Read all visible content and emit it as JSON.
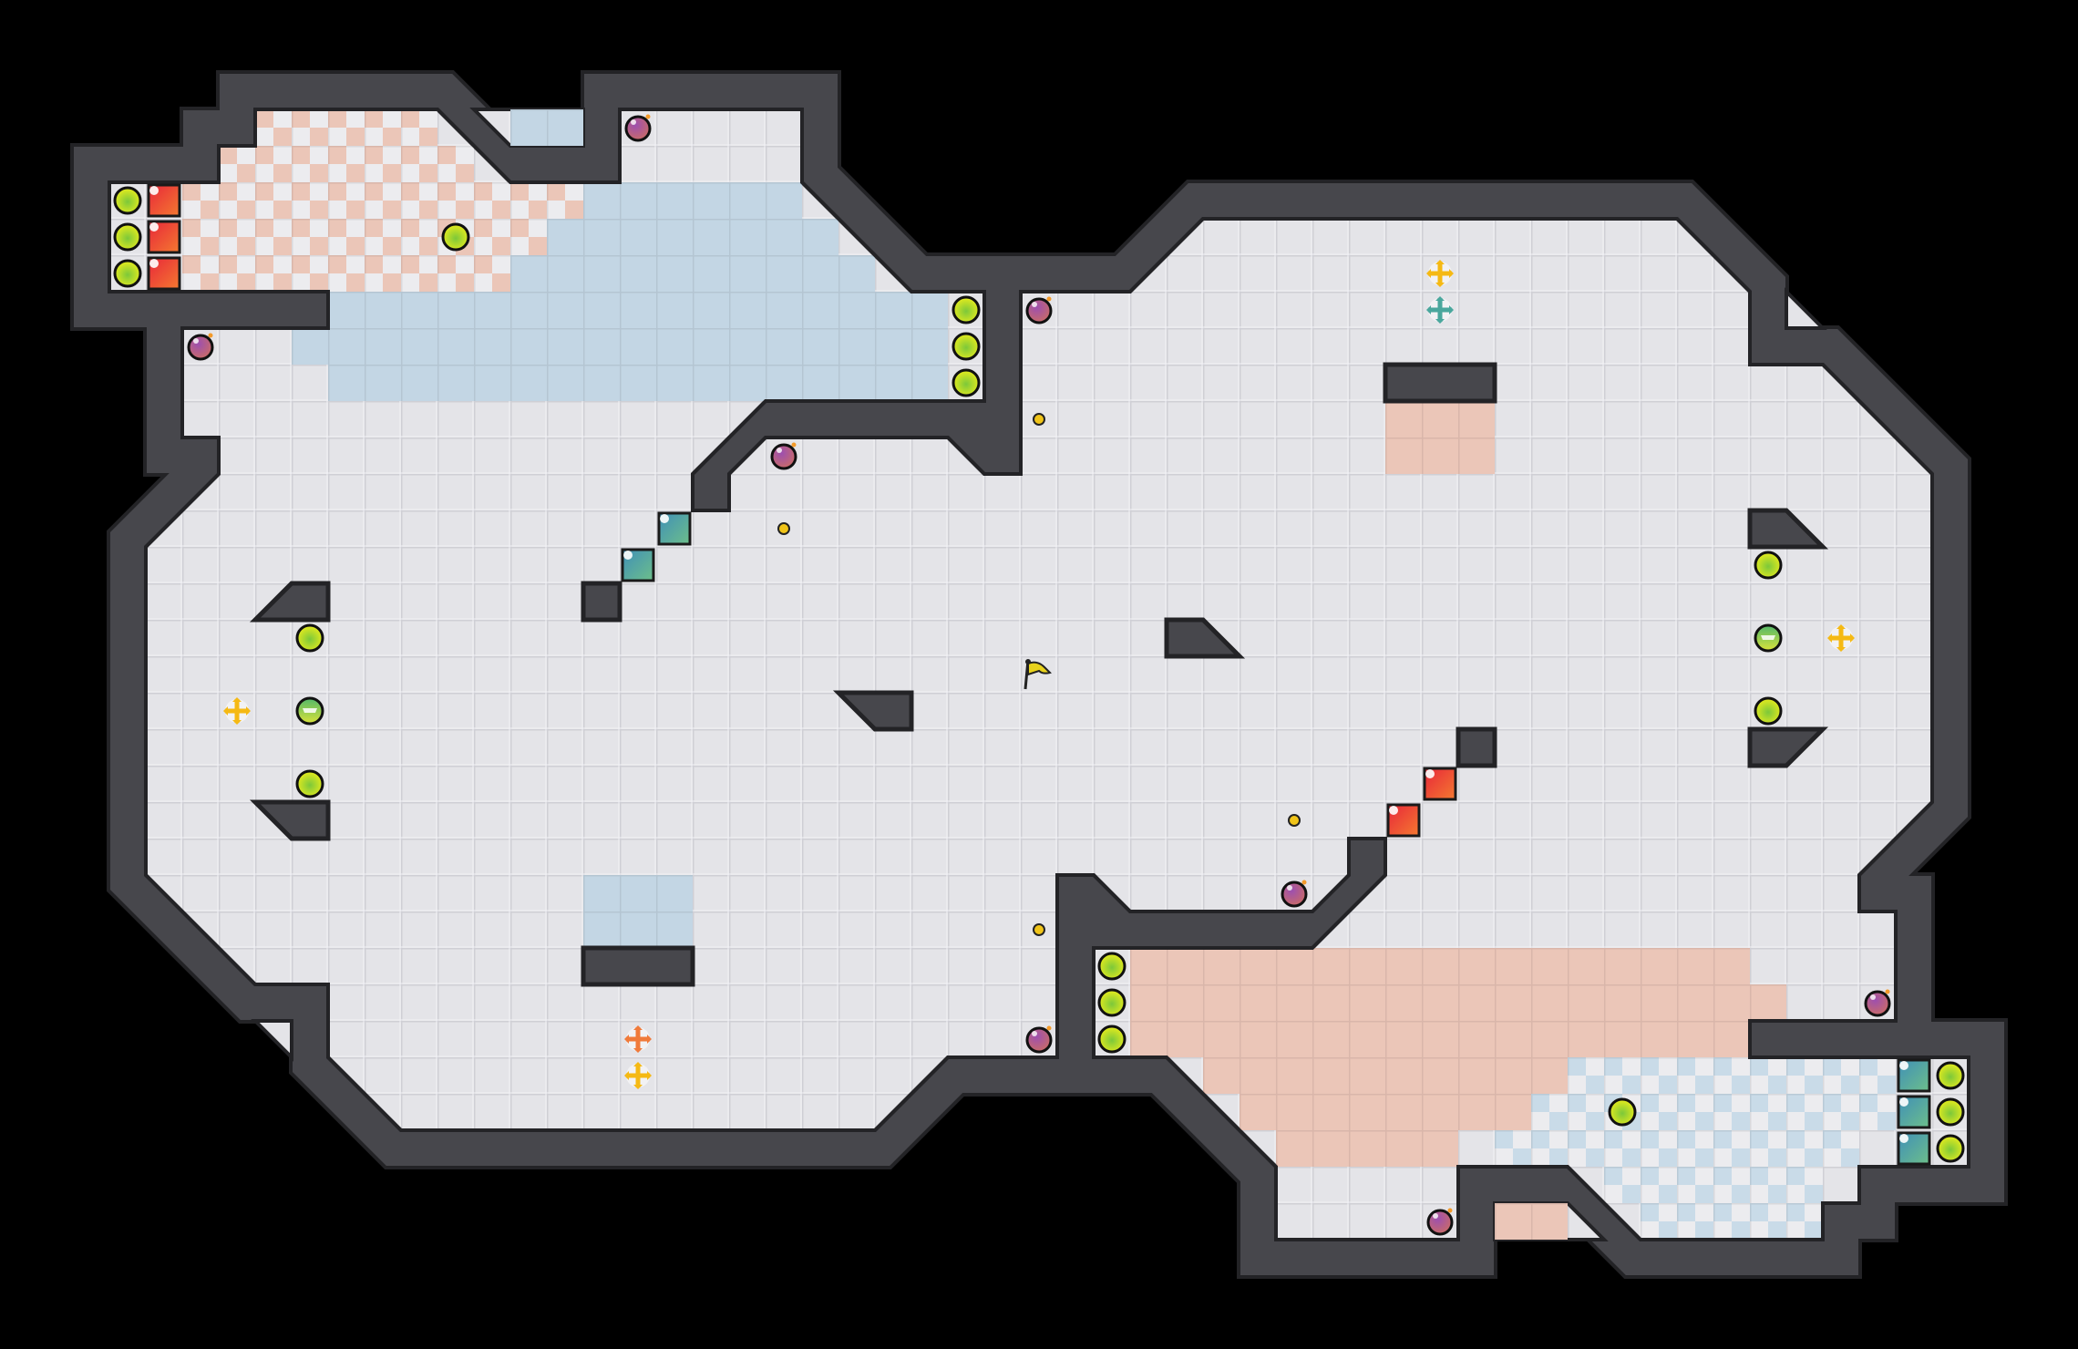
{
  "game": {
    "view": "map-overview",
    "colors": {
      "background": "#000000",
      "wall": "#47474c",
      "wall_edge": "#232326",
      "floor": "#e4e4e8",
      "floor_line": "#cfcfd5",
      "red_zone": "#ebc6b8",
      "blue_zone": "#c3d6e4",
      "boost": "#d4e61c",
      "red_gate": "#ee4a2c",
      "blue_gate": "#4aa3a0",
      "bomb": "#8a3f86",
      "powerup_dot": "#f0c419",
      "flag": "#e8d21c",
      "portal_yellow": "#f5b914",
      "portal_teal": "#4aa79d",
      "portal_orange": "#f07a3a"
    },
    "entity_types": [
      "boost-pad",
      "team-boost",
      "red-gate",
      "blue-gate",
      "bomb",
      "powerup-spawn",
      "portal",
      "yellow-flag"
    ]
  }
}
